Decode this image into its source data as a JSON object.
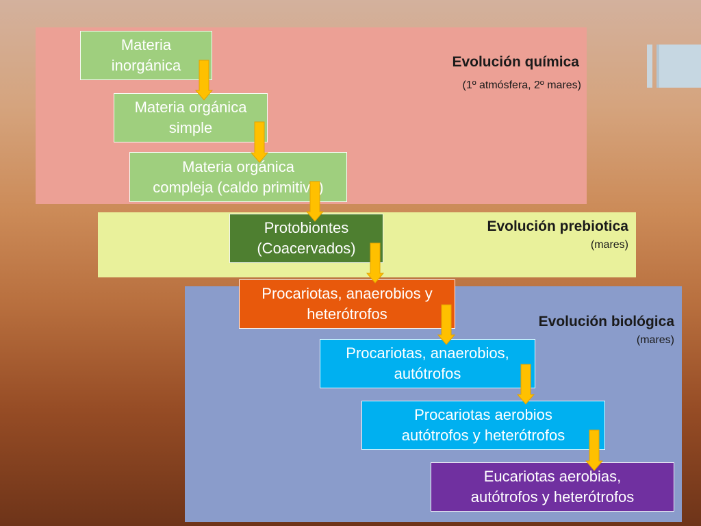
{
  "colors": {
    "arrow": "#ffc000",
    "box_text": "#ffffff",
    "label_text": "#1a1a1a"
  },
  "regions": {
    "quimica": {
      "title": "Evolución química",
      "note": "(1º atmósfera, 2º mares)",
      "fill": "#eca095"
    },
    "prebiotica": {
      "title": "Evolución prebiotica",
      "note": "(mares)",
      "fill": "#e9f19b"
    },
    "biologica": {
      "title": "Evolución biológica",
      "note": "(mares)",
      "fill": "#8a9ccb"
    }
  },
  "steps": [
    {
      "lines": [
        "Materia",
        "inorgánica"
      ],
      "fill": "#9fcf7e"
    },
    {
      "lines": [
        "Materia orgánica",
        "simple"
      ],
      "fill": "#9fcf7e"
    },
    {
      "lines": [
        "Materia orgánica",
        "compleja (caldo primitivo)"
      ],
      "fill": "#9fcf7e"
    },
    {
      "lines": [
        "Protobiontes",
        "(Coacervados)"
      ],
      "fill": "#4e7f30"
    },
    {
      "lines": [
        "Procariotas, anaerobios y",
        "heterótrofos"
      ],
      "fill": "#e8590c"
    },
    {
      "lines": [
        "Procariotas, anaerobios,",
        "autótrofos"
      ],
      "fill": "#00b0f0"
    },
    {
      "lines": [
        "Procariotas aerobios",
        "autótrofos y heterótrofos"
      ],
      "fill": "#00b0f0"
    },
    {
      "lines": [
        "Eucariotas aerobias,",
        "autótrofos y heterótrofos"
      ],
      "fill": "#7030a0"
    }
  ]
}
